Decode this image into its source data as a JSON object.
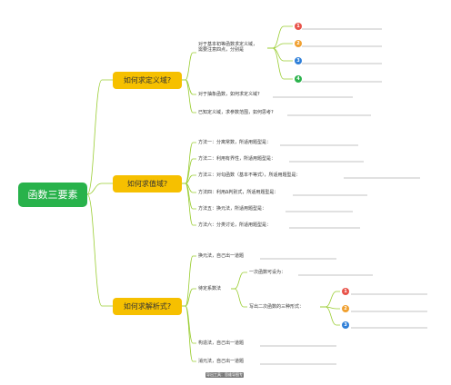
{
  "root": {
    "label": "函数三要素"
  },
  "branches": [
    {
      "label": "如何求定义域?",
      "items": [
        "对于基本初等函数求定义域，",
        "需要注意四点，分别是",
        "对于抽象函数，如何求定义域?",
        "已知定义域，求参数范围，如何思考?"
      ],
      "badges": [
        "1",
        "2",
        "3",
        "4"
      ]
    },
    {
      "label": "如何求值域?",
      "items": [
        "方法一：分离常数，所适用题型是：",
        "方法二：利用有界性，所适用题型是：",
        "方法三：对勾函数（基本不等式），所适用题型是：",
        "方法四：利用Δ判别式，所适用题型是：",
        "方法五：换元法，所适用题型是：",
        "方法六：分类讨论，所适用题型是："
      ]
    },
    {
      "label": "如何求解析式?",
      "items": [
        "换元法，自己出一道题",
        "待定系数法",
        "一次函数可设为：",
        "写出二次函数的三种形式：",
        "构造法，自己出一道题",
        "消元法，自己出一道题"
      ],
      "badges": [
        "1",
        "2",
        "3"
      ]
    }
  ],
  "colors": {
    "root": "#28b24b",
    "branch": "#f6c000",
    "link": "#9acd32",
    "badges": [
      "#e8534a",
      "#f0a030",
      "#2f7fd8",
      "#2bb24c"
    ]
  },
  "watermark": "导出工具：思维导图专家"
}
